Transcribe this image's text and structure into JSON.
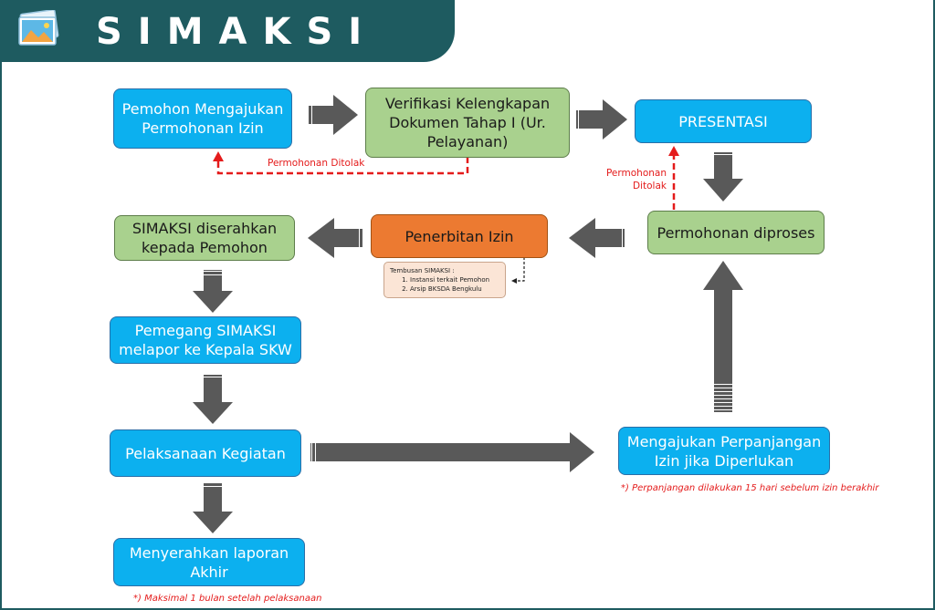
{
  "header": {
    "title": "SIMAKSI",
    "logo_icon": "image-icon"
  },
  "nodes": {
    "pemohon": "Pemohon Mengajukan Permohonan Izin",
    "verifikasi": "Verifikasi Kelengkapan Dokumen Tahap I (Ur. Pelayanan)",
    "presentasi": "PRESENTASI",
    "diproses": "Permohonan diproses",
    "penerbitan": "Penerbitan Izin",
    "diserahkan": "SIMAKSI diserahkan kepada Pemohon",
    "melapor": "Pemegang SIMAKSI melapor ke Kepala SKW",
    "pelaksanaan": "Pelaksanaan Kegiatan",
    "perpanjangan": "Mengajukan Perpanjangan Izin jika Diperlukan",
    "laporan": "Menyerahkan laporan Akhir"
  },
  "labels": {
    "ditolak_1": "Permohonan Ditolak",
    "ditolak_2_line1": "Permohonan",
    "ditolak_2_line2": "Ditolak"
  },
  "tembusan": {
    "title": "Tembusan SIMAKSI :",
    "items": [
      "Instansi terkait Pemohon",
      "Arsip BKSDA Bengkulu"
    ]
  },
  "notes": {
    "perpanjangan": "*) Perpanjangan dilakukan 15 hari sebelum izin berakhir",
    "laporan": "*) Maksimal 1 bulan setelah pelaksanaan"
  },
  "colors": {
    "header": "#1e5b60",
    "blue": "#0cb0ef",
    "green": "#a9d18e",
    "orange": "#ec7a31",
    "arrow": "#595959",
    "reject": "#e41b1b"
  }
}
